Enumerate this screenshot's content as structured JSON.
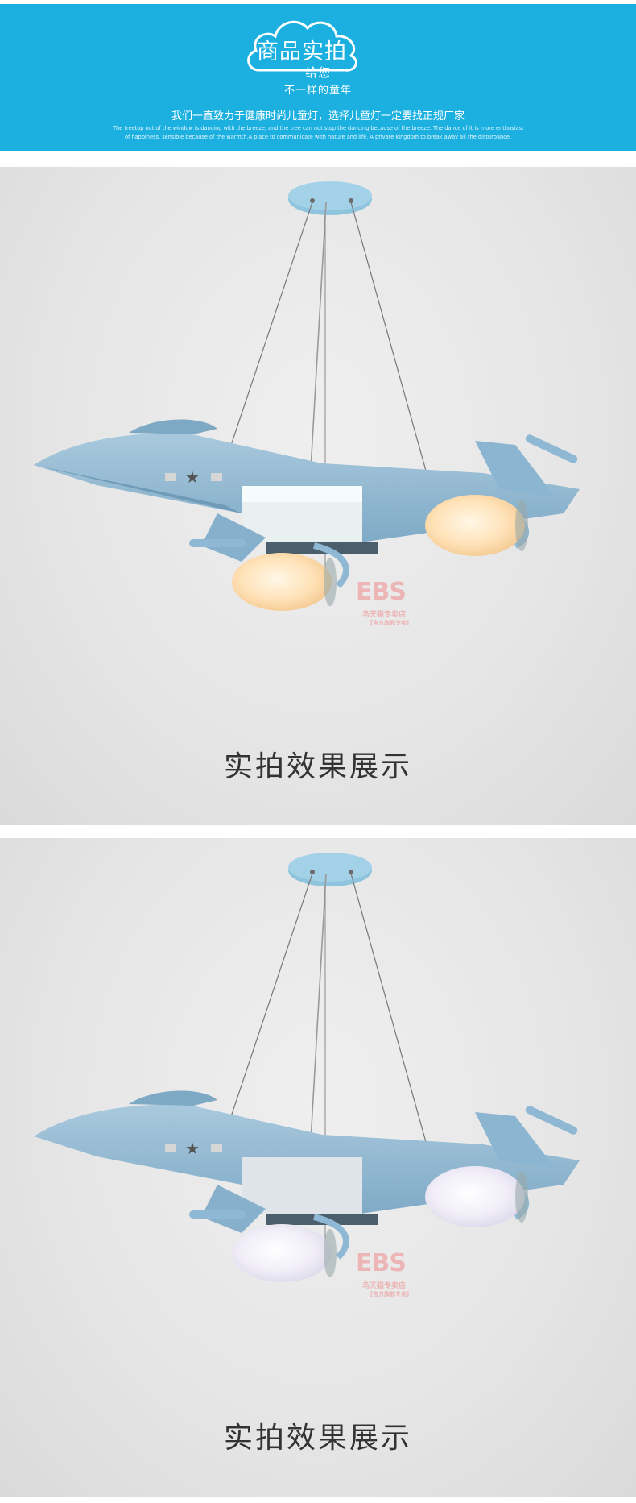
{
  "banner": {
    "cloud_title": "商品实拍",
    "give_you": "给您",
    "different_childhood": "不一样的童年",
    "tagline_cn": "我们一直致力于健康时尚儿童灯，选择儿童灯一定要找正规厂家",
    "tagline_en_line1": "The treetop out of the window is dancing with the breeze, and the tree can not stop the dancing because of the breeze. The dance of it is more enthusiastic because",
    "tagline_en_line2": "of happiness, sensible because of the warmth.A place to communicate with nature and life, A private kingdom to break away all the disturbance.",
    "color": "#1bb0e0"
  },
  "photos": [
    {
      "caption": "实拍效果展示",
      "lamp_color": "#8fb8d4",
      "bulbs_lit": true,
      "watermark": {
        "logo": "EBS",
        "line1": "鸟天猫专卖店",
        "line2": "【官方旗舰专卖】"
      }
    },
    {
      "caption": "实拍效果展示",
      "lamp_color": "#8fb8d4",
      "bulbs_lit": false,
      "watermark": {
        "logo": "EBS",
        "line1": "鸟天猫专卖店",
        "line2": "【官方旗舰专卖】"
      }
    }
  ]
}
